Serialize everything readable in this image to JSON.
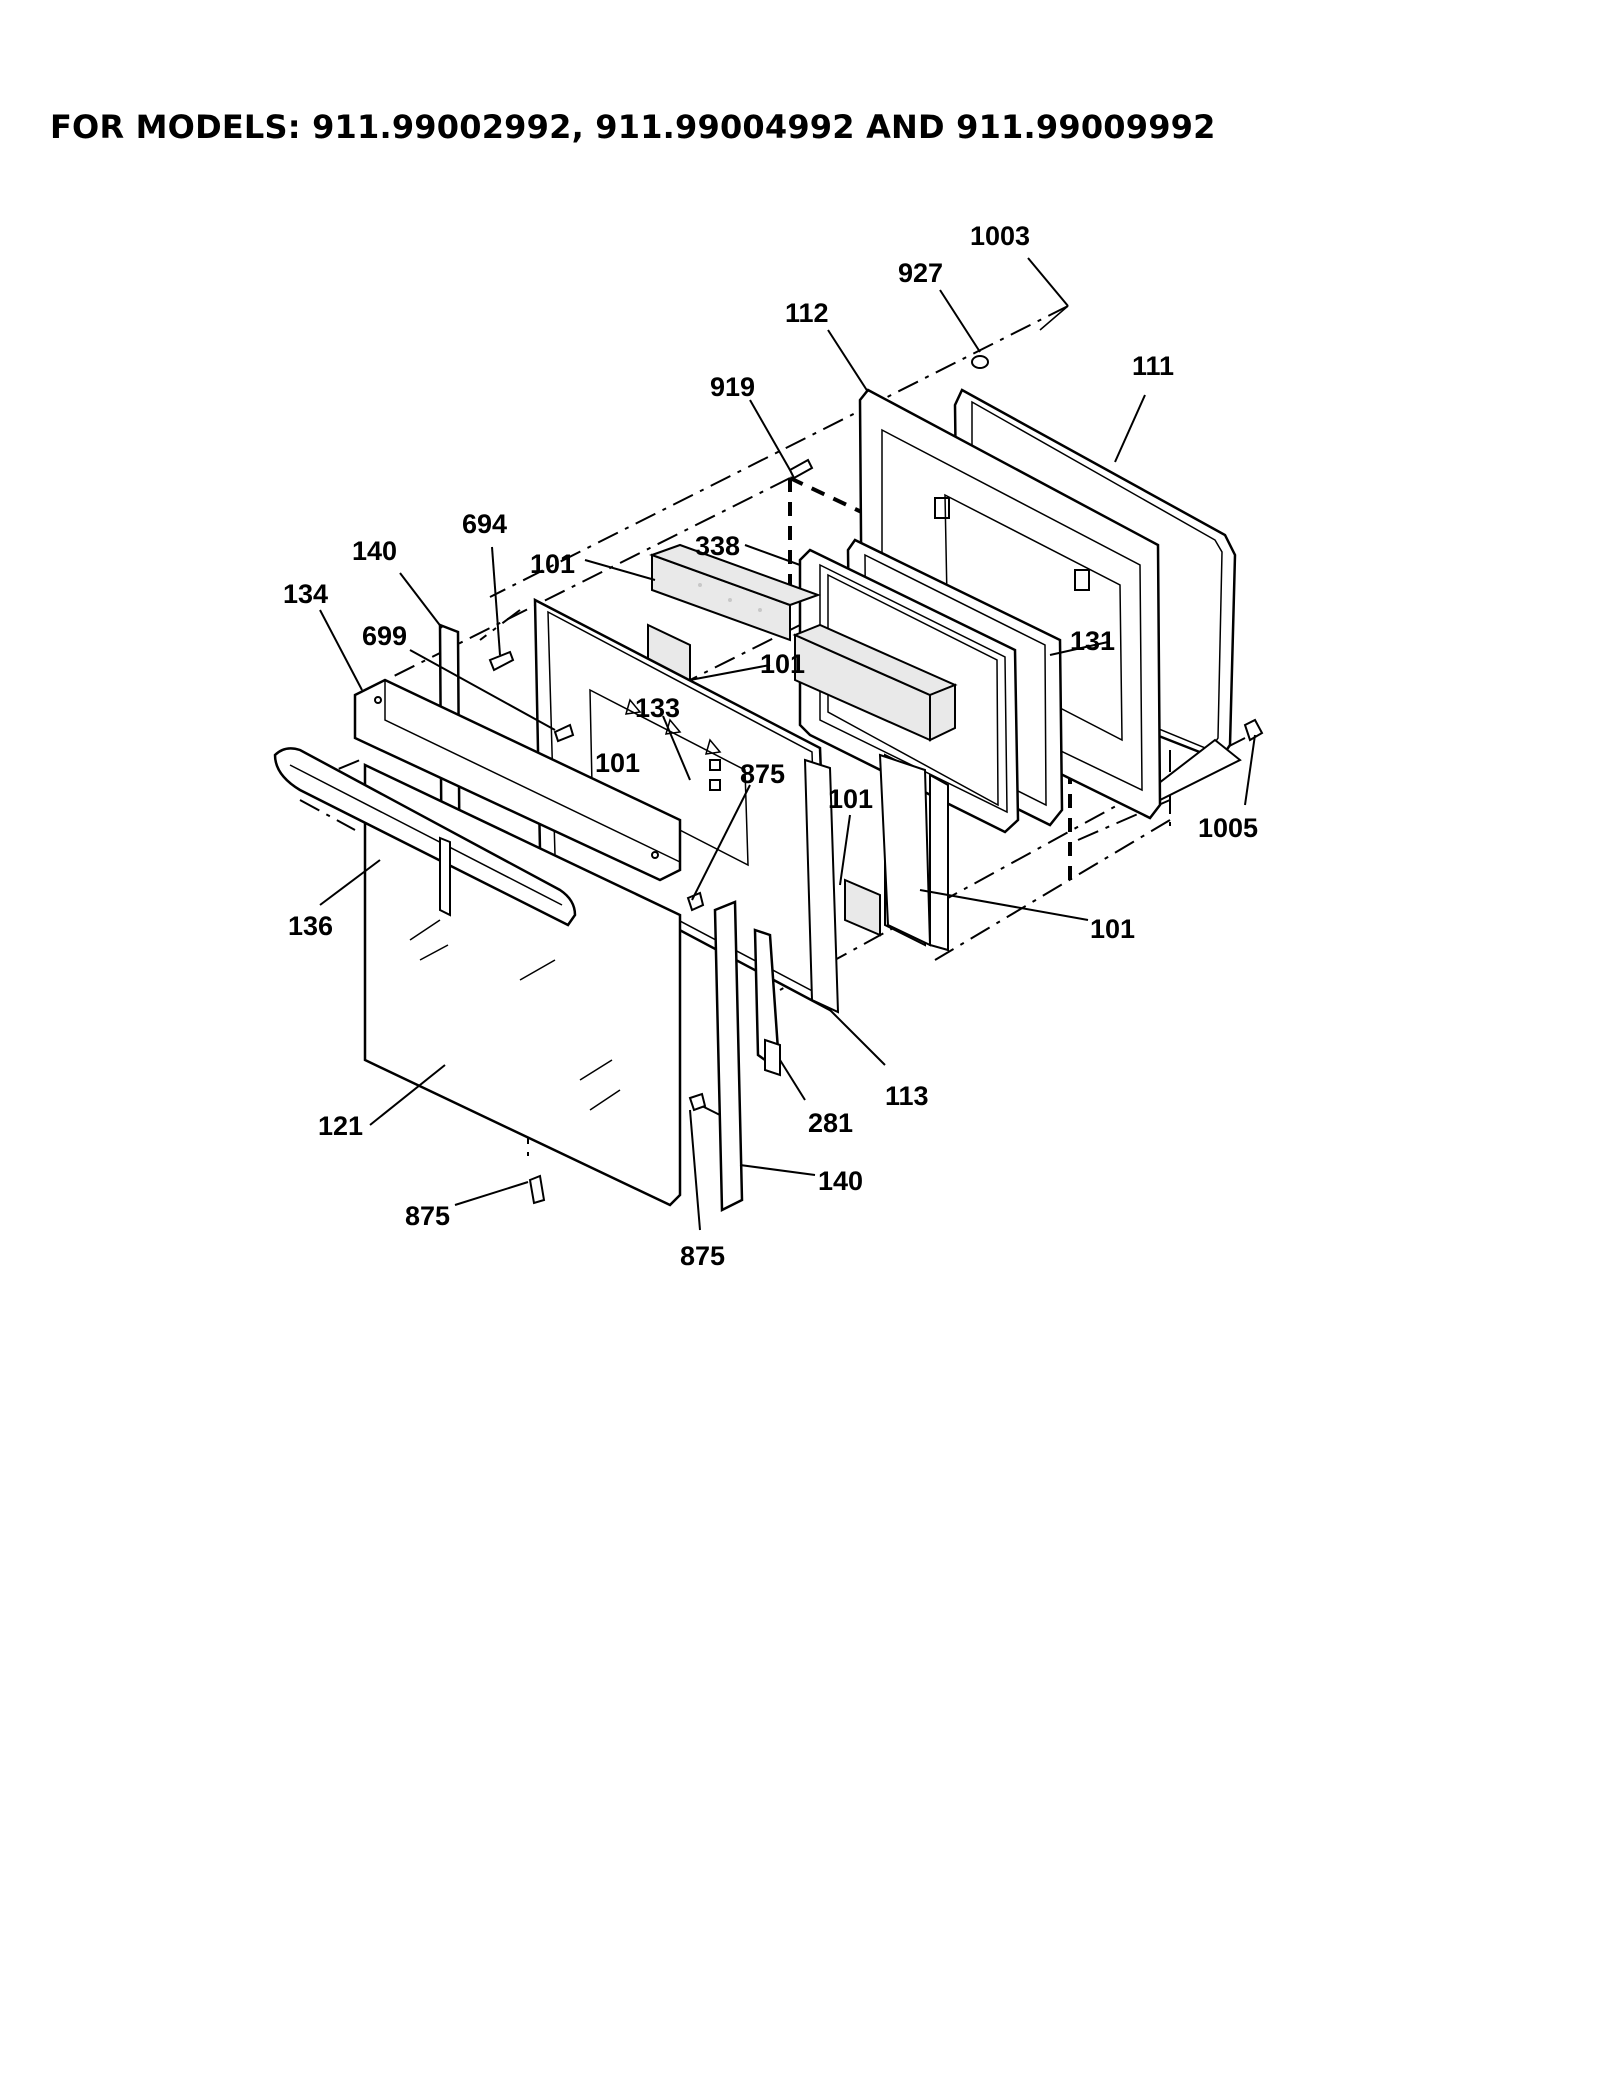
{
  "title": "FOR MODELS: 911.99002992, 911.99004992 AND 911.99009992",
  "callouts": [
    {
      "id": "c1003",
      "text": "1003"
    },
    {
      "id": "c927",
      "text": "927"
    },
    {
      "id": "c112",
      "text": "112"
    },
    {
      "id": "c111",
      "text": "111"
    },
    {
      "id": "c919",
      "text": "919"
    },
    {
      "id": "c694",
      "text": "694"
    },
    {
      "id": "c338",
      "text": "338"
    },
    {
      "id": "c140a",
      "text": "140"
    },
    {
      "id": "c101a",
      "text": "101"
    },
    {
      "id": "c134",
      "text": "134"
    },
    {
      "id": "c699",
      "text": "699"
    },
    {
      "id": "c131",
      "text": "131"
    },
    {
      "id": "c101b",
      "text": "101"
    },
    {
      "id": "c133",
      "text": "133"
    },
    {
      "id": "c1005",
      "text": "1005"
    },
    {
      "id": "c101c",
      "text": "101"
    },
    {
      "id": "c875a",
      "text": "875"
    },
    {
      "id": "c101d",
      "text": "101"
    },
    {
      "id": "c136",
      "text": "136"
    },
    {
      "id": "c101e",
      "text": "101"
    },
    {
      "id": "c113",
      "text": "113"
    },
    {
      "id": "c281",
      "text": "281"
    },
    {
      "id": "c121",
      "text": "121"
    },
    {
      "id": "c140b",
      "text": "140"
    },
    {
      "id": "c875b",
      "text": "875"
    },
    {
      "id": "c875c",
      "text": "875"
    }
  ]
}
